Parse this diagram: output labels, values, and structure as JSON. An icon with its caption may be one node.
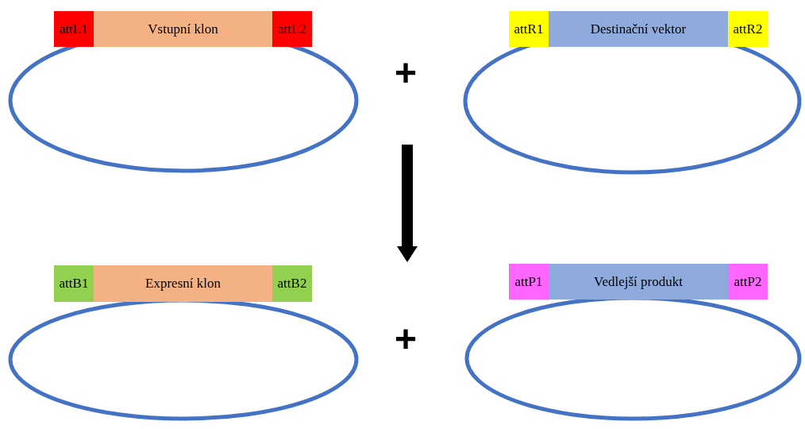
{
  "diagram": {
    "nodes": [
      {
        "text": [],
        "shape": "circle"
      },
      {
        "text": [
          "attL1"
        ]
      },
      {
        "text": [
          "Vstupní klon"
        ]
      },
      {
        "text": [
          "attL2"
        ]
      },
      {
        "text": [],
        "shape": "circle"
      },
      {
        "text": [
          "attR1"
        ]
      },
      {
        "text": [
          "Destinační vektor"
        ]
      },
      {
        "text": [
          "attR2"
        ]
      },
      {
        "text": [],
        "shape": "circle"
      },
      {
        "text": [
          "attB1"
        ]
      },
      {
        "text": [
          "Expresní klon"
        ]
      },
      {
        "text": [
          "attB2"
        ]
      },
      {
        "text": [],
        "shape": "circle"
      },
      {
        "text": [
          "attP1"
        ]
      },
      {
        "text": [
          "Vedlejší produkt"
        ]
      },
      {
        "text": [
          "attP2"
        ]
      }
    ],
    "labels": [
      "+",
      "+"
    ]
  }
}
